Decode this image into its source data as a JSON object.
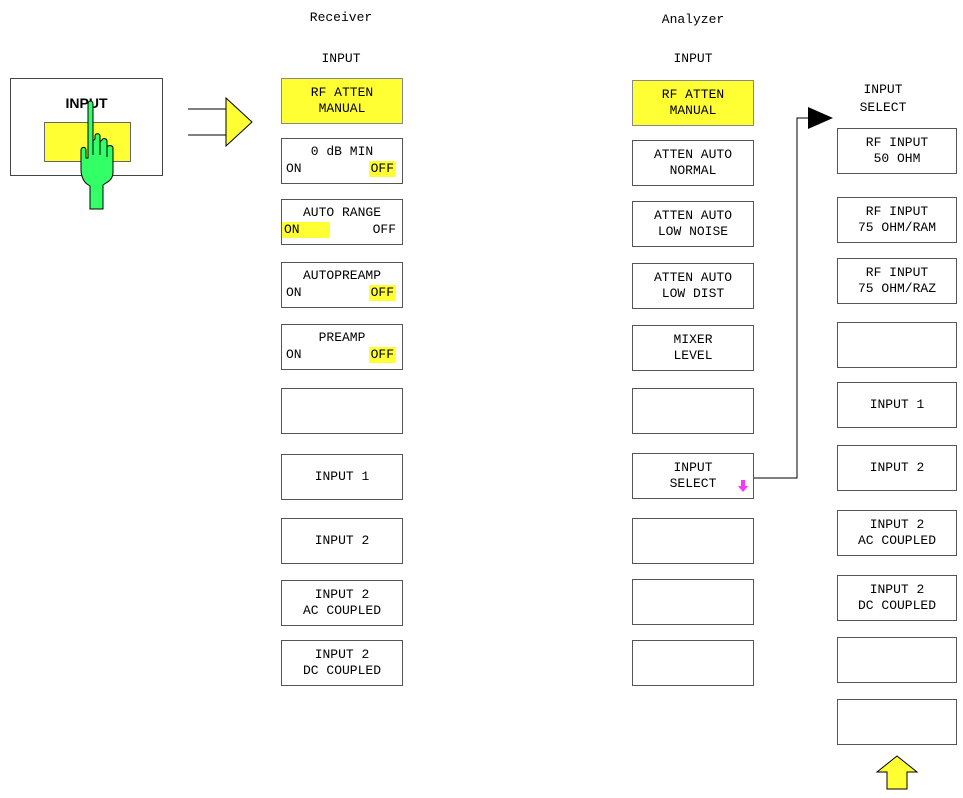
{
  "receiver": {
    "title": "Receiver",
    "input_label": "INPUT",
    "keys": {
      "rf_atten": "RF ATTEN\nMANUAL",
      "zero_db_min": {
        "title": "0 dB MIN",
        "on": "ON",
        "off": "OFF",
        "active": "off"
      },
      "auto_range": {
        "title": "AUTO RANGE",
        "on": "ON",
        "off": "OFF",
        "active": "on"
      },
      "autopreamp": {
        "title": "AUTOPREAMP",
        "on": "ON",
        "off": "OFF",
        "active": "off"
      },
      "preamp": {
        "title": "PREAMP",
        "on": "ON",
        "off": "OFF",
        "active": "off"
      },
      "blank": "",
      "input1": "INPUT 1",
      "input2": "INPUT 2",
      "input2_ac": "INPUT 2\nAC COUPLED",
      "input2_dc": "INPUT 2\nDC COUPLED"
    }
  },
  "analyzer": {
    "title": "Analyzer",
    "input_label": "INPUT",
    "keys": {
      "rf_atten": "RF ATTEN\nMANUAL",
      "atten_auto_normal": "ATTEN AUTO\nNORMAL",
      "atten_auto_low_noise": "ATTEN AUTO\nLOW NOISE",
      "atten_auto_low_dist": "ATTEN AUTO\nLOW DIST",
      "mixer_level": "MIXER\nLEVEL",
      "blank1": "",
      "input_select": "INPUT\nSELECT",
      "blank2": "",
      "blank3": "",
      "blank4": ""
    }
  },
  "input_select_menu": {
    "title": "INPUT\nSELECT",
    "keys": {
      "rf_input_50": "RF INPUT\n50 OHM",
      "rf_input_75_ram": "RF INPUT\n75 OHM/RAM",
      "rf_input_75_raz": "RF INPUT\n75 OHM/RAZ",
      "blank1": "",
      "input1": "INPUT 1",
      "input2": "INPUT 2",
      "input2_ac": "INPUT 2\nAC COUPLED",
      "input2_dc": "INPUT 2\nDC COUPLED",
      "blank2": "",
      "blank3": ""
    }
  },
  "hardkey": {
    "label": "INPUT"
  },
  "colors": {
    "highlight": "#ffff33",
    "hand": "#33ff66",
    "submenu_arrow": "#ff33ff",
    "arrow": "#ffff33"
  }
}
